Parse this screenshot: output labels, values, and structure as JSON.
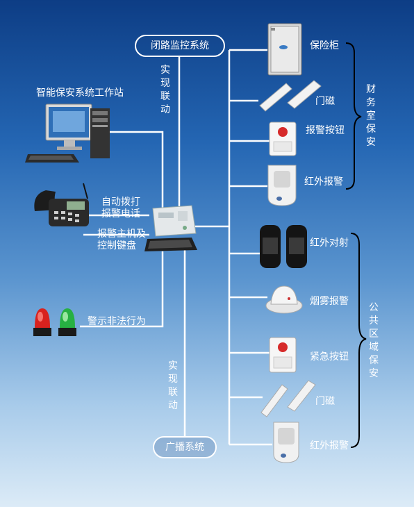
{
  "nodes": {
    "cctv": "闭路监控系统",
    "broadcast": "广播系统",
    "workstation": "智能保安系统工作站",
    "autodial": "自动拨打\n报警电话",
    "host": "报警主机及\n控制键盘",
    "warning": "警示非法行为",
    "linkage_top": "实现联动",
    "linkage_bottom": "实现联动"
  },
  "devices": {
    "safe": "保险柜",
    "door_magnet_1": "门磁",
    "alarm_button": "报警按钮",
    "infrared_1": "红外报警",
    "infrared_beam": "红外对射",
    "smoke": "烟雾报警",
    "emergency_button": "紧急按钮",
    "door_magnet_2": "门磁",
    "infrared_2": "红外报警"
  },
  "groups": {
    "finance": "财务室保安",
    "public": "公共区域保安"
  },
  "colors": {
    "line": "#ffffff",
    "bg_top": "#0d3d85",
    "bg_bottom": "#dcebf7"
  }
}
